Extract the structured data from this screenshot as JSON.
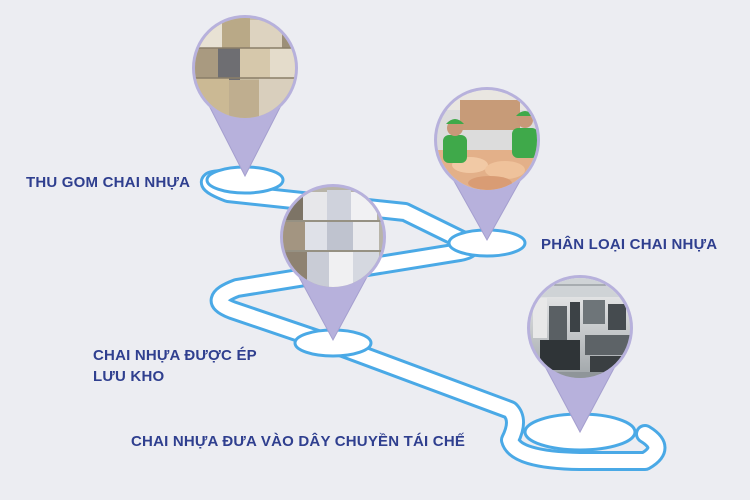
{
  "colors": {
    "background": "#ecedf2",
    "road_edge": "#4aa9e6",
    "road_fill": "#ffffff",
    "pin": "#b7b1dc",
    "pin_stroke": "#a59fcf",
    "label": "#2f3f8f"
  },
  "steps": [
    {
      "label_lines": [
        "THU GOM CHAI NHỰA"
      ],
      "photo": "bales of compressed plastic bottles"
    },
    {
      "label_lines": [
        "PHÂN LOẠI CHAI NHỰA"
      ],
      "photo": "workers in green shirts sorting plastic bottles"
    },
    {
      "label_lines": [
        "CHAI NHỰA ĐƯỢC ÉP",
        "LƯU KHO"
      ],
      "photo": "stacked bales of pressed bottles in warehouse"
    },
    {
      "label_lines": [
        "CHAI NHỰA ĐƯA VÀO DÂY CHUYỀN TÁI CHẾ"
      ],
      "photo": "recycling factory production line"
    }
  ]
}
